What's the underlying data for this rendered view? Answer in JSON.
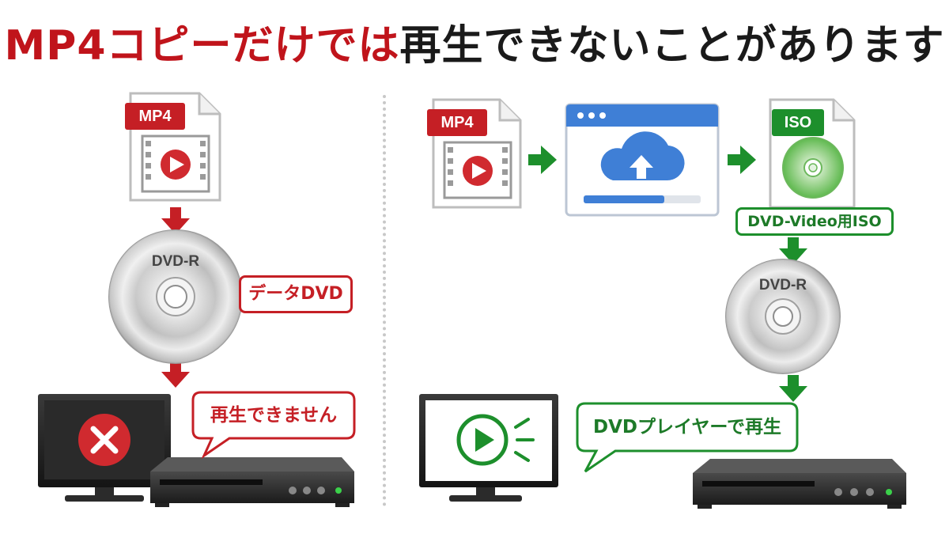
{
  "title": {
    "red": "MP4コピーだけでは",
    "black": "再生できないことがあります"
  },
  "left": {
    "file_label": "MP4",
    "disc_label": "DVD-R",
    "disc_tag": "データDVD",
    "bubble": "再生できません",
    "icons": [
      "video-file-icon",
      "dvd-disc-icon",
      "tv-error-icon",
      "dvd-player-icon"
    ]
  },
  "right": {
    "file_label": "MP4",
    "iso_label": "ISO",
    "iso_tag": "DVD-Video用ISO",
    "disc_label": "DVD-R",
    "bubble": "DVDプレイヤーで再生",
    "icons": [
      "video-file-icon",
      "browser-upload-icon",
      "iso-file-icon",
      "dvd-disc-icon",
      "tv-play-icon",
      "dvd-player-icon"
    ]
  },
  "colors": {
    "red": "#c51f25",
    "green": "#1d8f2c",
    "blue": "#3f7fd6"
  }
}
